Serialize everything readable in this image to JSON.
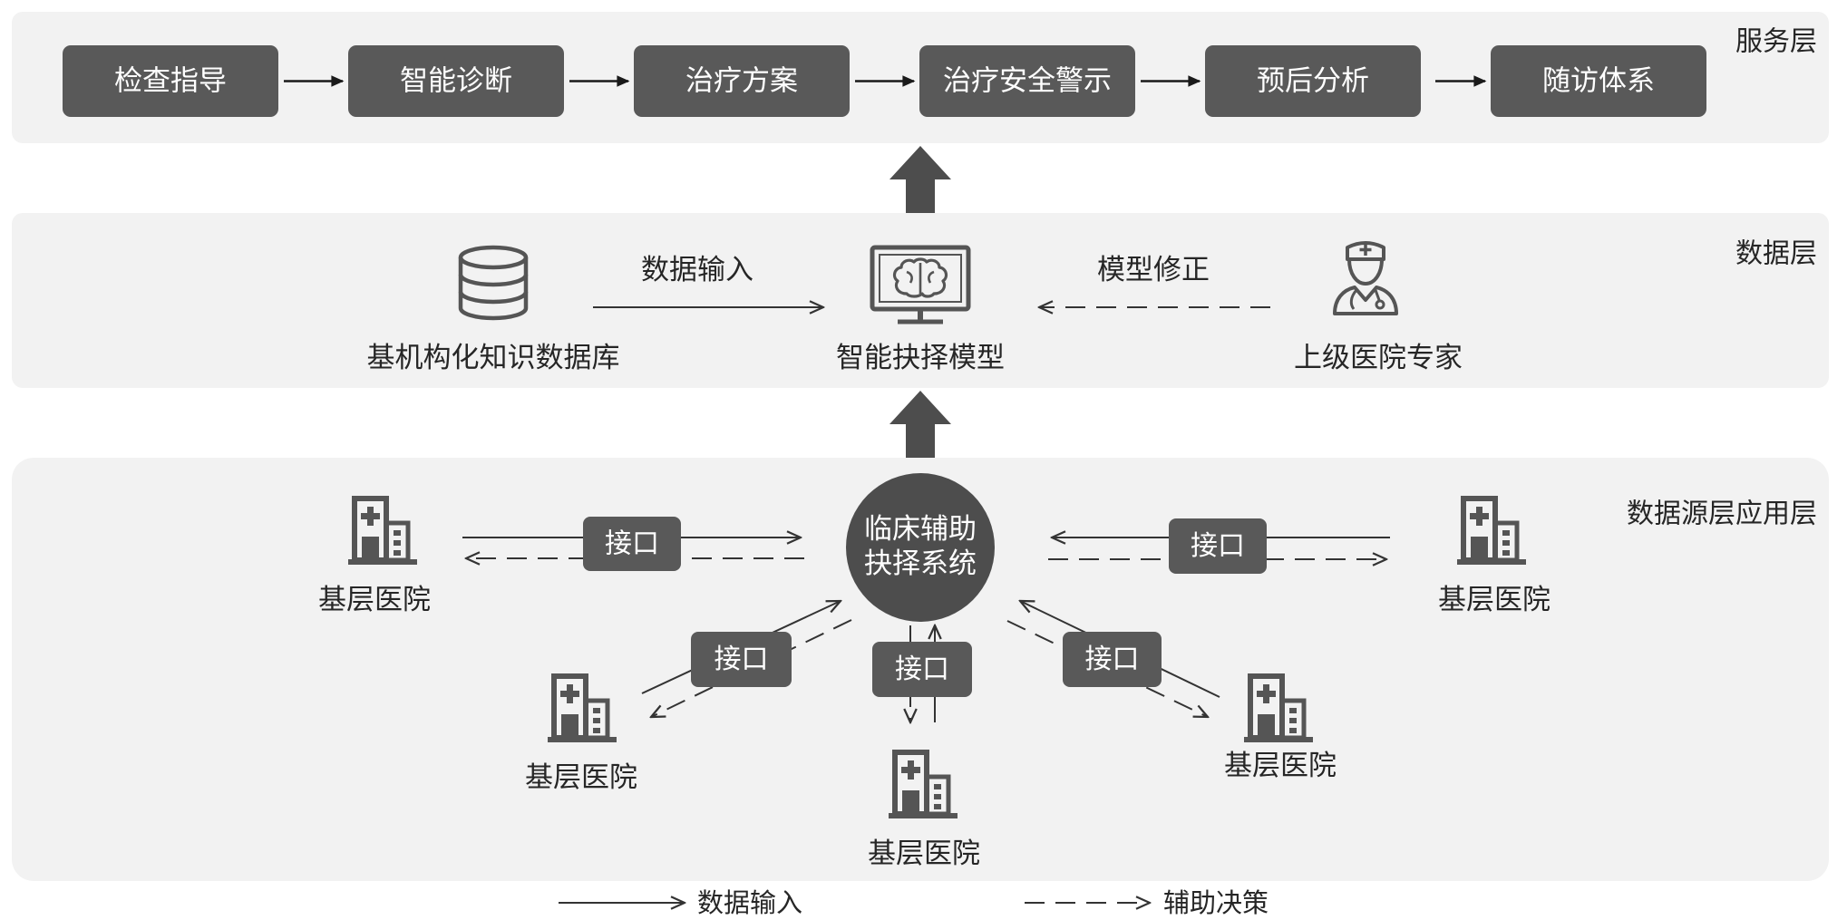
{
  "service_layer": {
    "label": "服务层",
    "steps": [
      "检查指导",
      "智能诊断",
      "治疗方案",
      "治疗安全警示",
      "预后分析",
      "随访体系"
    ]
  },
  "data_layer": {
    "label": "数据层",
    "knowledge_base": "基机构化知识数据库",
    "model": "智能抉择模型",
    "expert": "上级医院专家",
    "input_label": "数据输入",
    "correction_label": "模型修正"
  },
  "source_layer": {
    "label": "数据源层应用层",
    "system": [
      "临床辅助",
      "抉择系统"
    ],
    "hospitals": [
      "基层医院",
      "基层医院",
      "基层医院",
      "基层医院",
      "基层医院"
    ],
    "interfaces": [
      "接口",
      "接口",
      "接口",
      "接口",
      "接口"
    ]
  },
  "legend": {
    "solid_label": "数据输入",
    "dashed_label": "辅助决策"
  },
  "icons": {
    "knowledge_base": "database-icon",
    "model": "monitor-brain-icon",
    "expert": "doctor-icon",
    "hospital": "hospital-icon"
  },
  "colors": {
    "band": "#f2f2f2",
    "box": "#595959",
    "node": "#4d4d4d",
    "icon": "#555555",
    "text": "#262626",
    "line": "#333333"
  }
}
